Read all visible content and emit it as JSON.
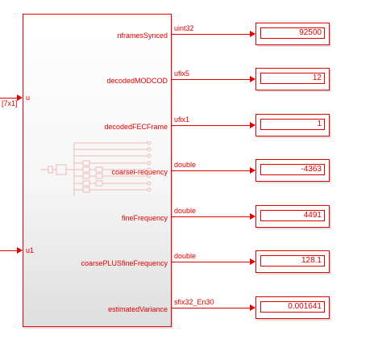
{
  "subsystem": {
    "inputs": [
      {
        "label": "u",
        "dims": "[7x1]"
      },
      {
        "label": "u1",
        "dims": ""
      }
    ],
    "outputs": [
      {
        "port": "nframesSynced",
        "type": "uint32",
        "value": "92500"
      },
      {
        "port": "decodedMODCOD",
        "type": "ufix5",
        "value": "12"
      },
      {
        "port": "decodedFECFrame",
        "type": "ufix1",
        "value": "1"
      },
      {
        "port": "coarseFrequency",
        "type": "double",
        "value": "-4363"
      },
      {
        "port": "fineFrequency",
        "type": "double",
        "value": "4491"
      },
      {
        "port": "coarsePLUSfineFrequency",
        "type": "double",
        "value": "128.1"
      },
      {
        "port": "estimatedVariance",
        "type": "sfix32_En30",
        "value": "0.001641"
      }
    ]
  },
  "colors": {
    "signal": "#e00000",
    "block_fill_top": "#ffffff",
    "block_fill_bottom": "#dedede",
    "mask_icon": "#f2b8b8"
  }
}
